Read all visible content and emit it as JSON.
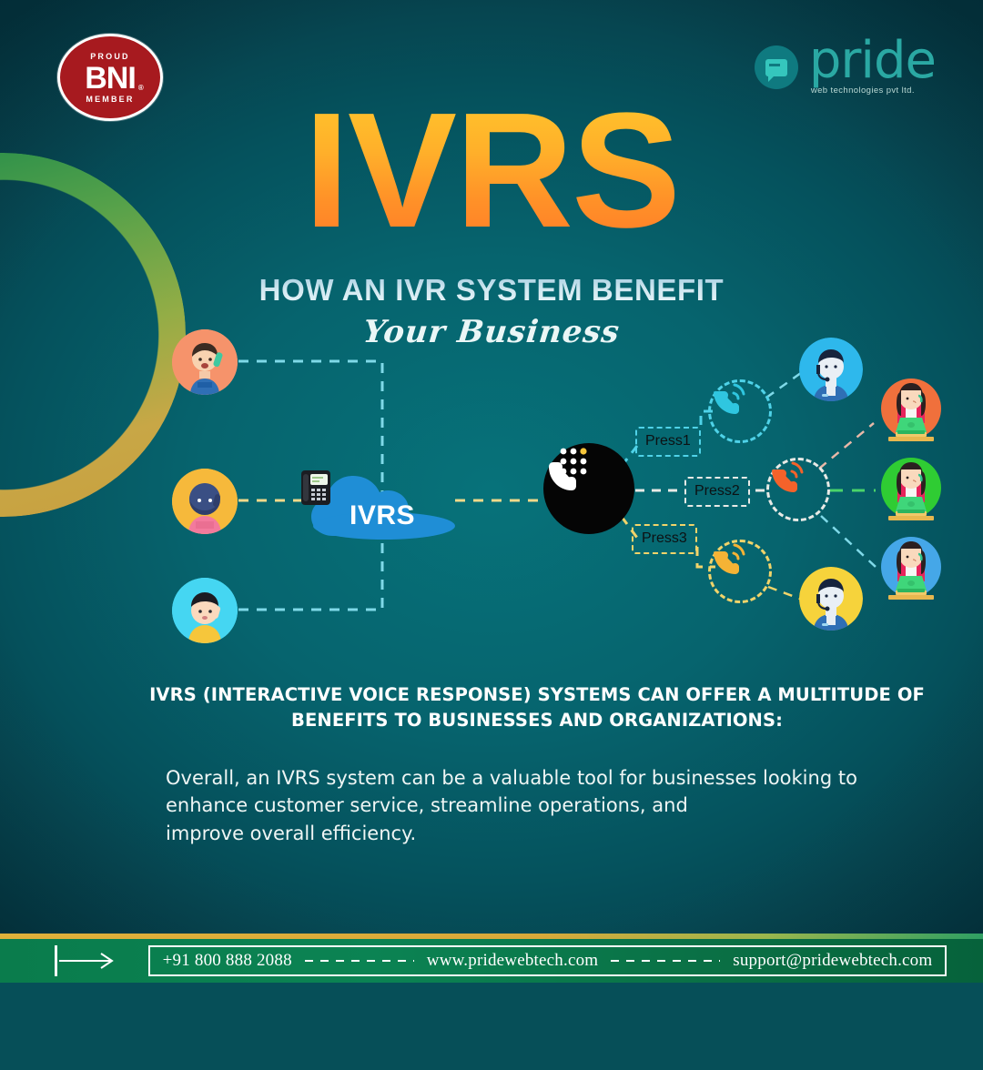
{
  "brand": {
    "bni": {
      "top": "PROUD",
      "name": "BNI",
      "reg": "®",
      "bottom": "MEMBER",
      "color": "#a71a1f"
    },
    "pride": {
      "name": "pride",
      "tagline": "web technologies pvt ltd.",
      "color": "#2aa8a3",
      "icon": "chat-bubble-icon"
    }
  },
  "hero": {
    "title": "IVRS",
    "title_gradient_from": "#FFC72C",
    "title_gradient_to": "#FF7A28",
    "subtitle": "HOW AN IVR SYSTEM BENEFIT",
    "subtitle_script": "Your Business"
  },
  "diagram": {
    "cloud_label": "IVRS",
    "cloud_color": "#1f8ed6",
    "cloud_icon": "desk-phone-icon",
    "hub_icon": "dial-pad-phone-icon",
    "hub_color": "#050505",
    "callers": [
      {
        "name": "caller-1",
        "bg": "#F6936B",
        "icon": "person-on-phone-icon"
      },
      {
        "name": "caller-2",
        "bg": "#F6B93B",
        "icon": "person-on-phone-icon"
      },
      {
        "name": "caller-3",
        "bg": "#45D6F2",
        "icon": "person-on-phone-icon"
      }
    ],
    "press_options": [
      {
        "label": "Press1",
        "color": "#4fd2e8"
      },
      {
        "label": "Press2",
        "color": "#e8eae6"
      },
      {
        "label": "Press3",
        "color": "#f1d46a"
      }
    ],
    "ring_icons": [
      {
        "name": "ringing-phone-icon-1",
        "color": "#2fc6e0"
      },
      {
        "name": "ringing-phone-icon-2",
        "color": "#f4622a"
      },
      {
        "name": "ringing-phone-icon-3",
        "color": "#f5b335"
      }
    ],
    "agents": [
      {
        "name": "agent-male-1",
        "bg": "#2eb8ec",
        "icon": "headset-agent-icon"
      },
      {
        "name": "agent-male-2",
        "bg": "#F6D33B",
        "icon": "headset-agent-icon"
      },
      {
        "name": "agent-female-1",
        "bg": "#F0703C",
        "icon": "agent-with-laptop-icon"
      },
      {
        "name": "agent-female-2",
        "bg": "#2FCC33",
        "icon": "agent-with-laptop-icon"
      },
      {
        "name": "agent-female-3",
        "bg": "#45A7E8",
        "icon": "agent-with-laptop-icon"
      }
    ]
  },
  "content": {
    "heading": "IVRS (INTERACTIVE VOICE RESPONSE) SYSTEMS CAN OFFER A MULTITUDE OF BENEFITS TO BUSINESSES AND ORGANIZATIONS:",
    "paragraph_line_1": "Overall, an IVRS system can be a valuable tool for businesses looking to",
    "paragraph_line_2": "enhance customer service, streamline operations, and",
    "paragraph_line_3": "improve overall efficiency."
  },
  "footer": {
    "arrow_icon": "arrow-right-icon",
    "phone": "+91 800 888 2088",
    "website": "www.pridewebtech.com",
    "email": "support@pridewebtech.com",
    "bar_color": "#0a7c4c",
    "accent_color": "#e0b13a"
  }
}
